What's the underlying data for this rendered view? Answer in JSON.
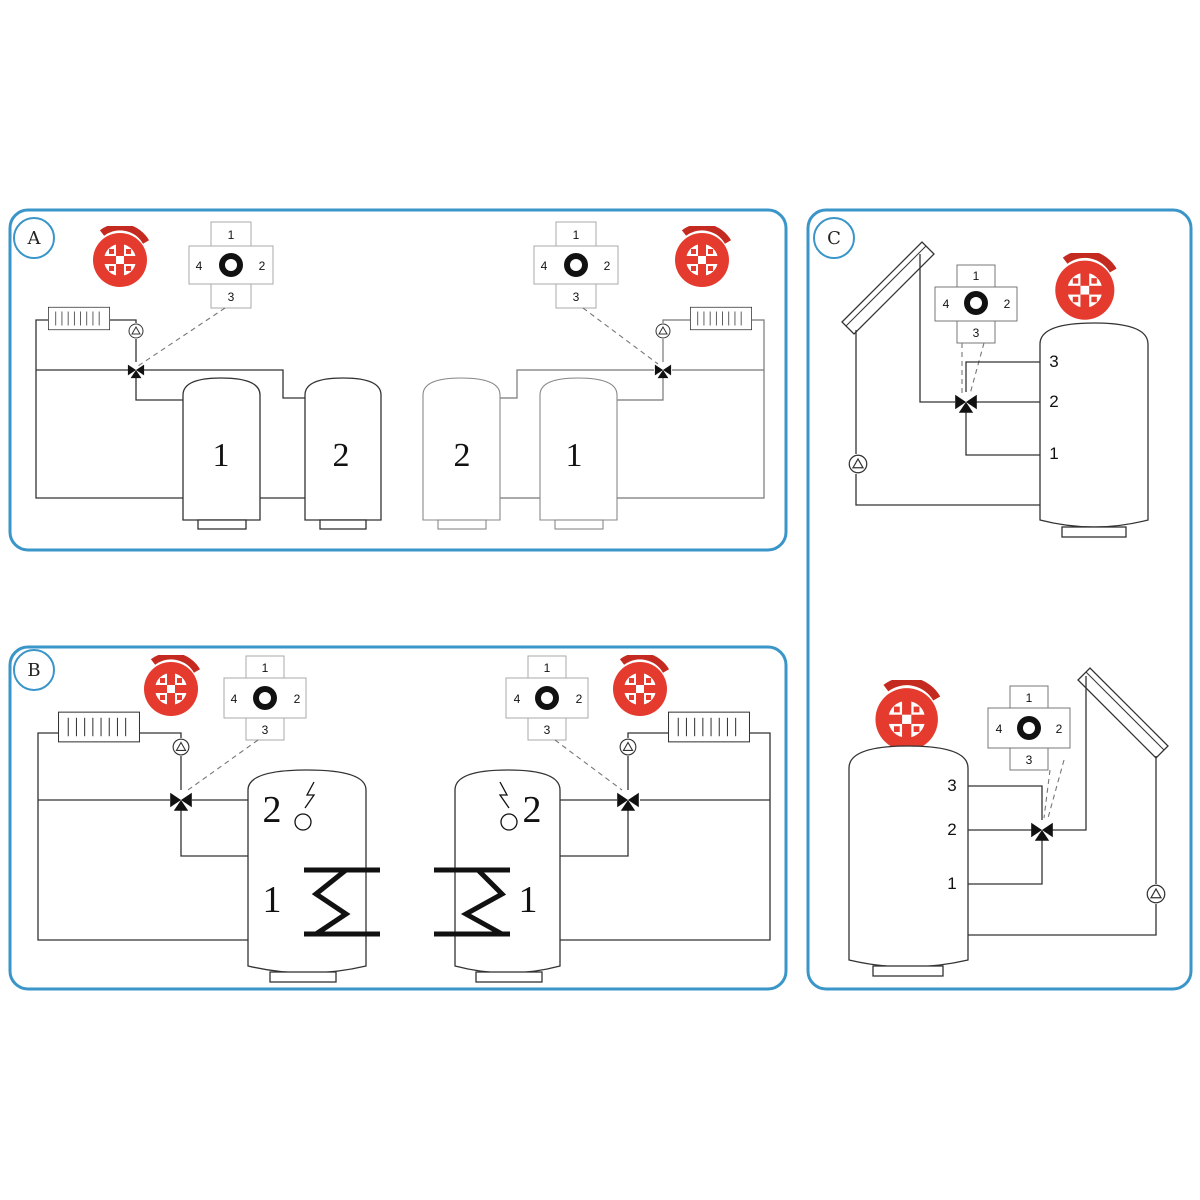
{
  "panels": {
    "a": {
      "label": "A",
      "tanks": [
        "1",
        "2",
        "2",
        "1"
      ]
    },
    "b": {
      "label": "B",
      "tanks": [
        "2",
        "1",
        "2",
        "1"
      ]
    },
    "c": {
      "label": "C",
      "ports_top": [
        "3",
        "2",
        "1"
      ],
      "ports_bottom": [
        "3",
        "2",
        "1"
      ]
    }
  },
  "valve_port_labels": [
    "1",
    "2",
    "3",
    "4"
  ],
  "colors": {
    "frame": "#3a95c8",
    "actuator": "#e53a2e",
    "line": "#333333"
  },
  "icons": [
    "valve-actuator-icon",
    "valve-body-icon",
    "radiator-icon",
    "pump-icon",
    "three-way-valve-icon",
    "solar-collector-icon",
    "heating-coil-icon",
    "electric-heater-icon"
  ]
}
